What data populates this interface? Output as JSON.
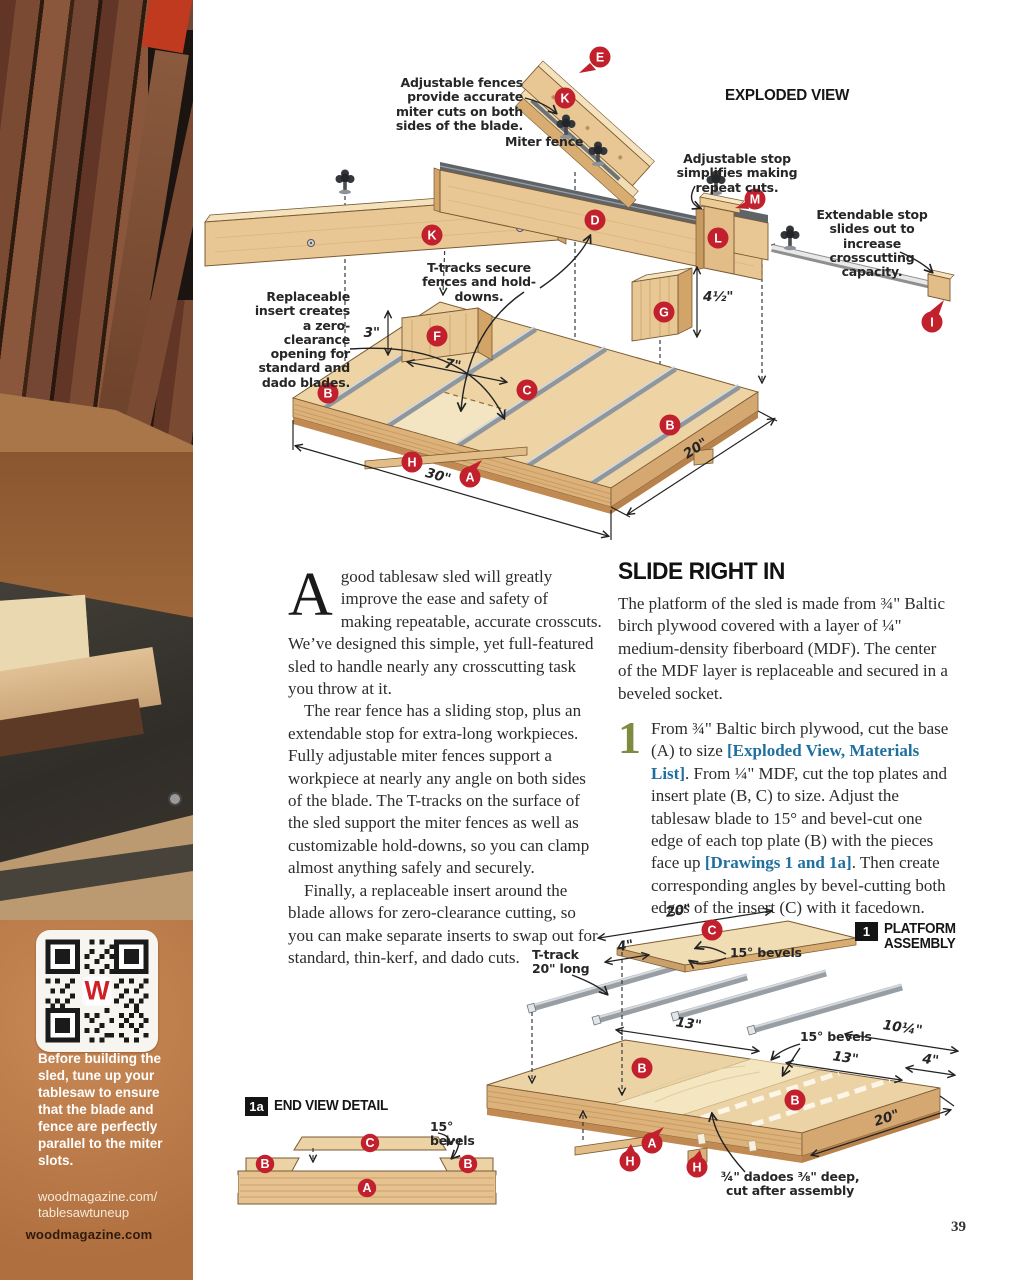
{
  "page": {
    "number": "39"
  },
  "sidebar": {
    "qr_center_letter": "W",
    "caption": "Before building the sled, tune up your tablesaw to ensure that the blade and fence are perfectly parallel to the miter slots.",
    "url_line1": "woodmagazine.com/",
    "url_line2": "tablesawtuneup",
    "footer": "woodmagazine.com"
  },
  "exploded": {
    "title": "EXPLODED VIEW",
    "callouts": {
      "fences": "Adjustable fences provide accurate miter cuts on both sides of the blade.",
      "miter_fence": "Miter fence",
      "stop": "Adjustable stop simplifies making repeat cuts.",
      "extendable": "Extendable stop slides out to increase crosscutting capacity.",
      "ttracks": "T-tracks secure fences and hold-downs.",
      "insert": "Replaceable insert creates a zero-clearance opening for standard and dado blades."
    },
    "dims": {
      "h3": "3\"",
      "w7": "7\"",
      "h45": "4½\"",
      "w30": "30\"",
      "d20": "20\""
    },
    "labels": {
      "a": "A",
      "b": "B",
      "c": "C",
      "d": "D",
      "e": "E",
      "f": "F",
      "g": "G",
      "h": "H",
      "i": "I",
      "k": "K",
      "l": "L",
      "m": "M"
    }
  },
  "article": {
    "dropcap": "A",
    "p1": "good tablesaw sled will greatly improve the ease and safety of making repeatable, accurate crosscuts. We’ve designed this simple, yet full-featured sled to handle nearly any crosscutting task you throw at it.",
    "p2": "The rear fence has a sliding stop, plus an extendable stop for extra-long workpieces. Fully adjustable miter fences support a workpiece at nearly any angle on both sides of the blade. The T-tracks on the surface of the sled support the miter fences as well as customizable hold-downs, so you can clamp almost anything safely and securely.",
    "p3": "Finally, a replaceable insert around the blade allows for zero-clearance cutting, so you can make separate inserts to swap out for standard, thin-kerf, and dado cuts."
  },
  "section": {
    "heading": "SLIDE RIGHT IN",
    "intro": "The platform of the sled is made from ¾\" Baltic birch plywood covered with a layer of ¼\" medium-density fiberboard (MDF). The center of the MDF layer is replaceable and secured in a beveled socket.",
    "step_number": "1",
    "step_t1": "From ¾\" Baltic birch plywood, cut the base (A) to size ",
    "step_link1": "[Exploded View, Materials List]",
    "step_t2": ". From ¼\" MDF, cut the top plates and insert plate (B, C) to size. Adjust the tablesaw blade to 15° and bevel-cut one edge of each top plate (B) with the pieces face up ",
    "step_link2": "[Drawings 1 and 1a]",
    "step_t3": ". Then create corresponding angles by bevel-cutting both edges of the insert (C) with it facedown."
  },
  "assembly": {
    "fig_num": "1",
    "title1": "PLATFORM",
    "title2": "ASSEMBLY",
    "ttrack1": "T-track",
    "ttrack2": "20\" long",
    "bevels": "15° bevels",
    "dims": {
      "d20a": "20\"",
      "d4a": "4\"",
      "d13a": "13\"",
      "d13b": "13\"",
      "d10": "10¼\"",
      "d4b": "4\"",
      "d20b": "20\""
    },
    "dado1": "¾\" dadoes ⅜\" deep,",
    "dado2": "cut after assembly"
  },
  "endview": {
    "fig_num": "1a",
    "title": "END VIEW DETAIL",
    "bevels": "15° bevels"
  },
  "colors": {
    "label_red": "#c2202c",
    "link_blue": "#20709f",
    "step_green": "#7d8c3f",
    "sidebar_copper": "#bd7c4b"
  }
}
